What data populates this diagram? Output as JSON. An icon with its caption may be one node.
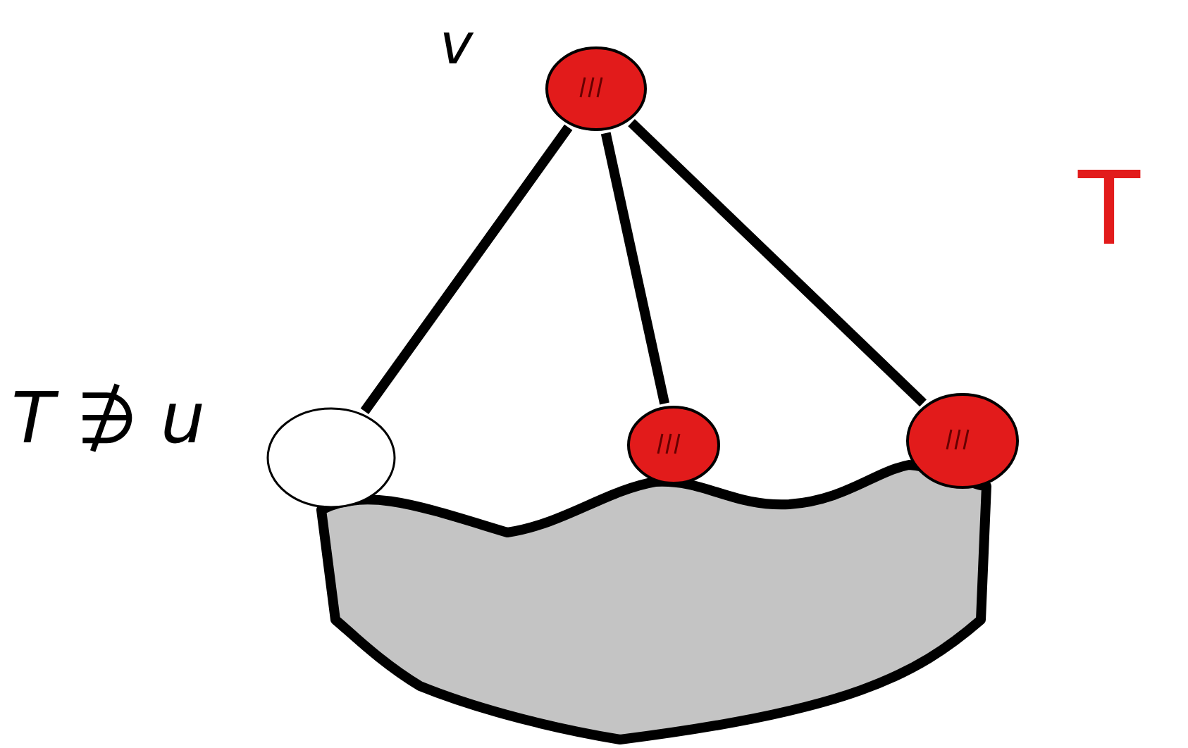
{
  "diagram": {
    "nodes": [
      {
        "text": [],
        "shape": "circle",
        "beside": [
          "v"
        ]
      },
      {
        "text": [],
        "shape": "circle",
        "beside": [
          "T ∌ u"
        ]
      },
      {
        "text": [],
        "shape": "circle"
      },
      {
        "text": [],
        "shape": "circle"
      }
    ],
    "edges": [
      {
        "from": 0,
        "to": 1,
        "arrow": "none"
      },
      {
        "from": 0,
        "to": 2,
        "arrow": "none"
      },
      {
        "from": 0,
        "to": 3,
        "arrow": "none"
      }
    ],
    "labels": [
      "T"
    ]
  }
}
